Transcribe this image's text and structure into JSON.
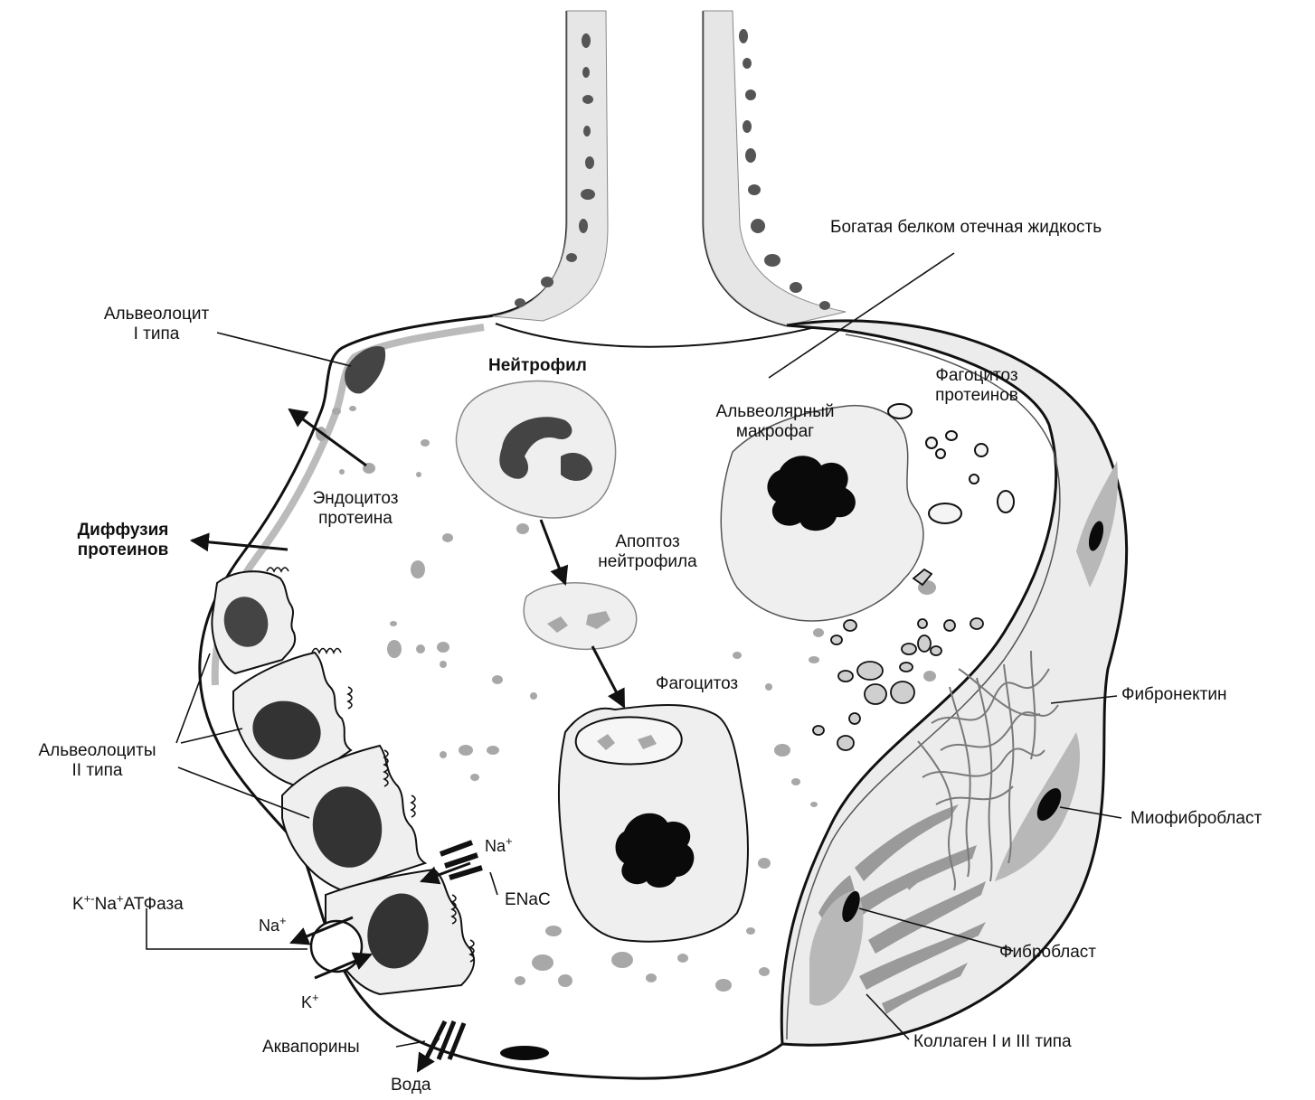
{
  "labels": {
    "protein_edema": "Богатая белком отечная жидкость",
    "type1_line1": "Альвеолоцит",
    "type1_line2": "I типа",
    "neutrophil": "Нейтрофил",
    "phago_proteins_line1": "Фагоцитоз",
    "phago_proteins_line2": "протеинов",
    "macrophage_line1": "Альвеолярный",
    "macrophage_line2": "макрофаг",
    "endocytosis_line1": "Эндоцитоз",
    "endocytosis_line2": "протеина",
    "diffusion_line1": "Диффузия",
    "diffusion_line2": "протеинов",
    "apoptosis_line1": "Апоптоз",
    "apoptosis_line2": "нейтрофила",
    "phagocytosis": "Фагоцитоз",
    "fibronectin": "Фибронектин",
    "type2_line1": "Альвеолоциты",
    "type2_line2": "II типа",
    "myofibroblast": "Миофибробласт",
    "na_enac": "Na",
    "enac": "ENaC",
    "atpase_k": "K",
    "atpase_na": "Na",
    "atpase_rest": "АТФаза",
    "na_out": "Na",
    "k_in": "K",
    "fibroblast": "Фибробласт",
    "aquaporins": "Аквапорины",
    "collagen": "Коллаген I и III типа",
    "water": "Вода",
    "plus": "+",
    "plus_minus": "+-"
  },
  "colors": {
    "ink": "#111111",
    "cell_fill": "#efefef",
    "nucleus_dark": "#444444",
    "nucleus_black": "#0a0a0a",
    "protein_gray": "#a8a8a8",
    "protein_light": "#cfcfcf",
    "fibro_band": "#b0b0b0"
  }
}
